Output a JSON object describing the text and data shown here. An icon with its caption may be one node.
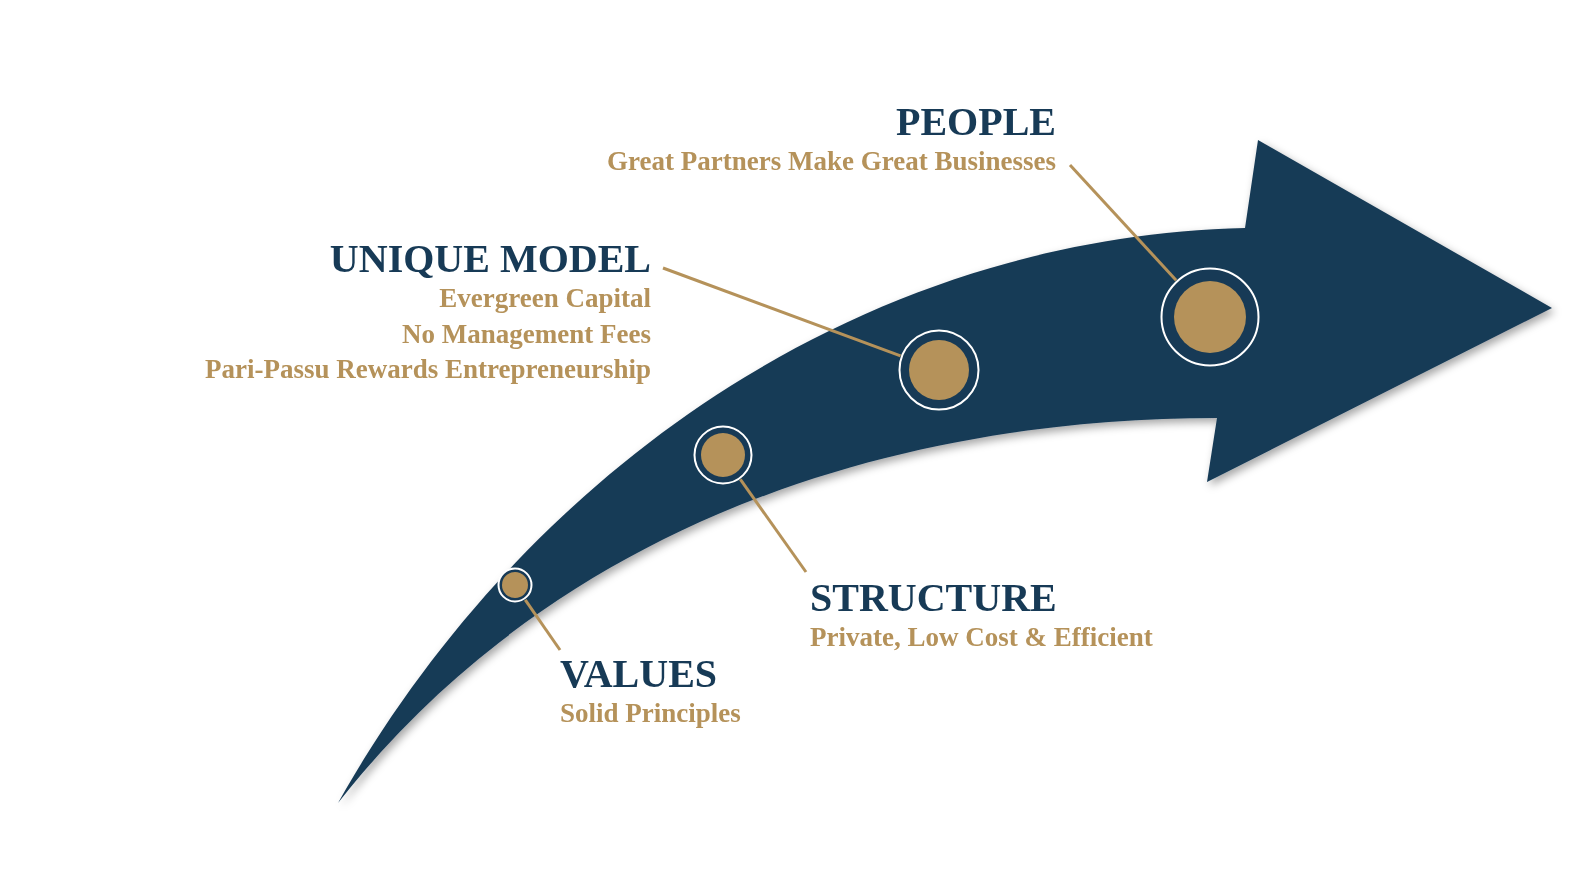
{
  "diagram": {
    "nodes": [
      {
        "text": [
          "PEOPLE",
          "Great Partners Make Great Businesses"
        ]
      },
      {
        "text": [
          "UNIQUE MODEL",
          "Evergreen Capital",
          "No Management Fees",
          "Pari-Passu Rewards Entrepreneurship"
        ]
      },
      {
        "text": [
          "STRUCTURE",
          "Private, Low Cost & Efficient"
        ]
      },
      {
        "text": [
          "VALUES",
          "Solid Principles"
        ]
      },
      {
        "text": [],
        "shape": "circle"
      },
      {
        "text": [],
        "shape": "circle"
      },
      {
        "text": [],
        "shape": "circle"
      },
      {
        "text": [],
        "shape": "circle"
      }
    ],
    "edges": [
      {
        "from": 0,
        "to": 7,
        "arrow": "none"
      },
      {
        "from": 1,
        "to": 6,
        "arrow": "none"
      },
      {
        "from": 2,
        "to": 5,
        "arrow": "none"
      },
      {
        "from": 3,
        "to": 4,
        "arrow": "none"
      }
    ]
  }
}
